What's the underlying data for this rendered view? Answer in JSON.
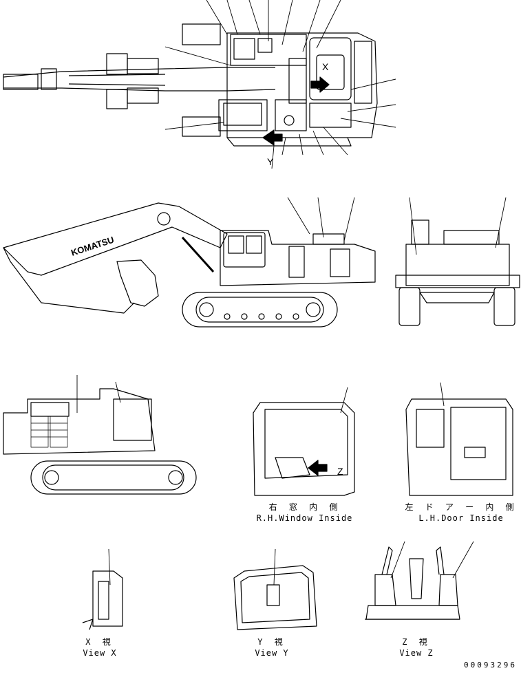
{
  "captions": {
    "rh_window_jp": "右 窓 内 側",
    "rh_window_en": "R.H.Window Inside",
    "lh_door_jp": "左 ド ア ー 内 側",
    "lh_door_en": "L.H.Door Inside",
    "view_x_jp": "X 視",
    "view_x_en": "View X",
    "view_y_jp": "Y 視",
    "view_y_en": "View Y",
    "view_z_jp": "Z 視",
    "view_z_en": "View Z"
  },
  "callouts": {
    "x": "X",
    "y": "Y",
    "z": "Z"
  },
  "branding": {
    "boom_logo": "KOMATSU"
  },
  "document_number": "00093296"
}
